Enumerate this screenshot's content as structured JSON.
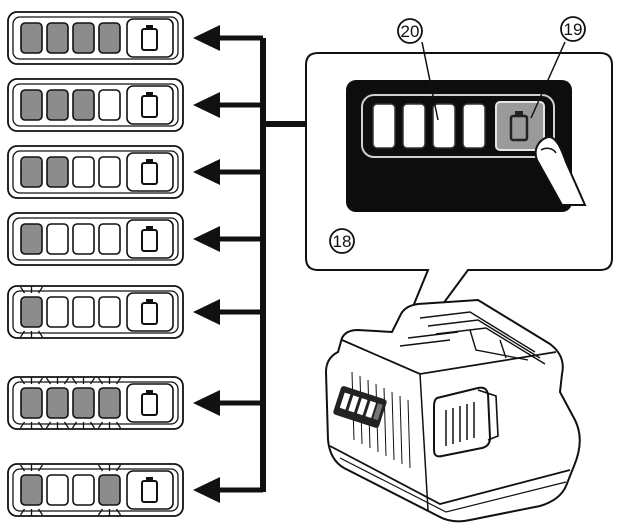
{
  "callouts": {
    "panel": "18",
    "indicator_button": "19",
    "indicator_lamps": "20"
  },
  "panel": {
    "lamps_lit": [
      false,
      false,
      false,
      false
    ]
  },
  "states": [
    {
      "lamps": [
        "on",
        "on",
        "on",
        "on"
      ]
    },
    {
      "lamps": [
        "on",
        "on",
        "on",
        "off"
      ]
    },
    {
      "lamps": [
        "on",
        "on",
        "off",
        "off"
      ]
    },
    {
      "lamps": [
        "on",
        "off",
        "off",
        "off"
      ]
    },
    {
      "lamps": [
        "blink",
        "off",
        "off",
        "off"
      ]
    },
    {
      "lamps": [
        "blink",
        "blink",
        "blink",
        "blink"
      ]
    },
    {
      "lamps": [
        "blink",
        "off",
        "off",
        "blink"
      ]
    }
  ],
  "colors": {
    "lamp_on": "#8c8c8c",
    "lamp_off": "#ffffff",
    "panel_bg": "#0d0d0d",
    "button_fill": "#9a9a9a",
    "line": "#111111"
  }
}
